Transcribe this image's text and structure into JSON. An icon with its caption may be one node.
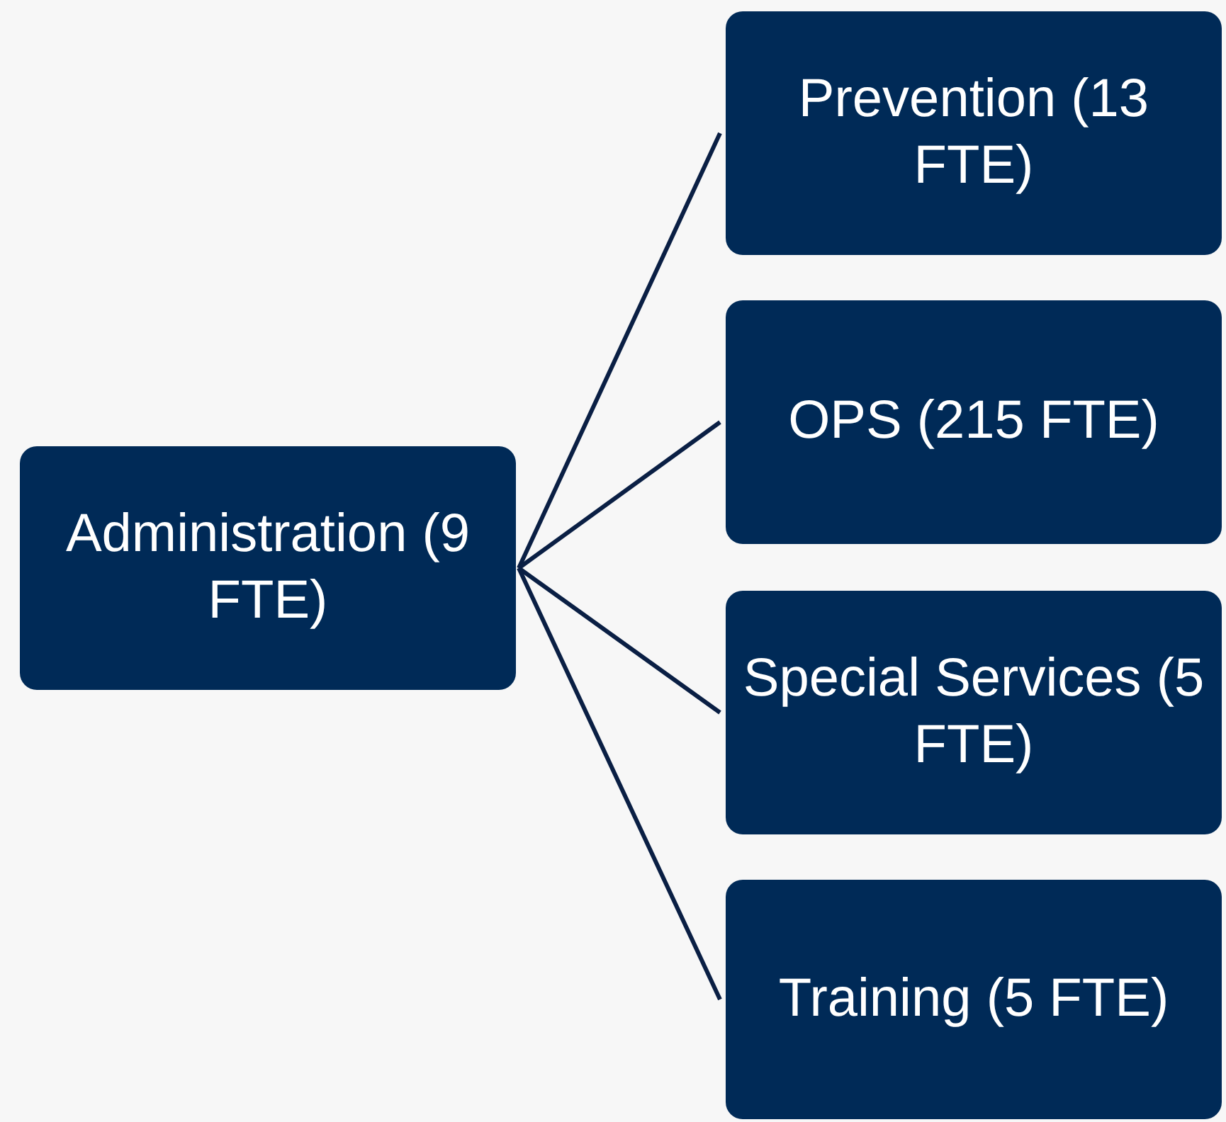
{
  "diagram": {
    "nodes": [
      {
        "text": [
          "Administration (9 FTE)"
        ]
      },
      {
        "text": [
          "Prevention (13 FTE)"
        ]
      },
      {
        "text": [
          "OPS (215 FTE)"
        ]
      },
      {
        "text": [
          "Special Services (5 FTE)"
        ]
      },
      {
        "text": [
          "Training (5 FTE)"
        ]
      }
    ],
    "edges": [
      {
        "from": 0,
        "to": 1,
        "arrow": "none"
      },
      {
        "from": 0,
        "to": 2,
        "arrow": "none"
      },
      {
        "from": 0,
        "to": 3,
        "arrow": "none"
      },
      {
        "from": 0,
        "to": 4,
        "arrow": "none"
      }
    ]
  }
}
